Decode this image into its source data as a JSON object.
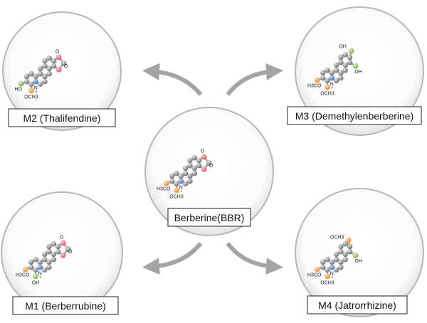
{
  "center": {
    "label": "Berberine(BBR)",
    "substituents": {
      "h3co": "H3CO",
      "och3": "OCH3",
      "n": "N",
      "plus": "+",
      "o1": "O",
      "o2": "O"
    }
  },
  "m2": {
    "label": "M2 (Thalifendine)",
    "substituents": {
      "ho": "HO",
      "och3": "OCH3",
      "n": "N",
      "plus": "+",
      "o1": "O",
      "o2": "O"
    }
  },
  "m3": {
    "label": "M3 (Demethylenberberine)",
    "substituents": {
      "oh1": "OH",
      "oh2": "OH",
      "h3co": "H3CO",
      "och3": "OCH3",
      "n": "N",
      "plus": "+"
    }
  },
  "m1": {
    "label": "M1 (Berberrubine)",
    "substituents": {
      "h3co": "H3CO",
      "oh": "OH",
      "n": "N",
      "plus": "+",
      "o1": "O",
      "o2": "O"
    }
  },
  "m4": {
    "label": "M4 (Jatrorrhizine)",
    "substituents": {
      "och3_top": "OCH3",
      "oh": "OH",
      "h3co": "H3CO",
      "och3": "OCH3",
      "n": "N",
      "plus": "+"
    }
  },
  "colors": {
    "carbon": "#8a8a8a",
    "nitrogen": "#6f8fd6",
    "methoxy_oxygen": "#f0a14e",
    "ring_oxygen": "#e8727c",
    "hydroxyl": "#93c56a",
    "bond": "#9b9b9b",
    "arrow": "#a4a4a4",
    "circle_edge": "#b8b8b8"
  }
}
